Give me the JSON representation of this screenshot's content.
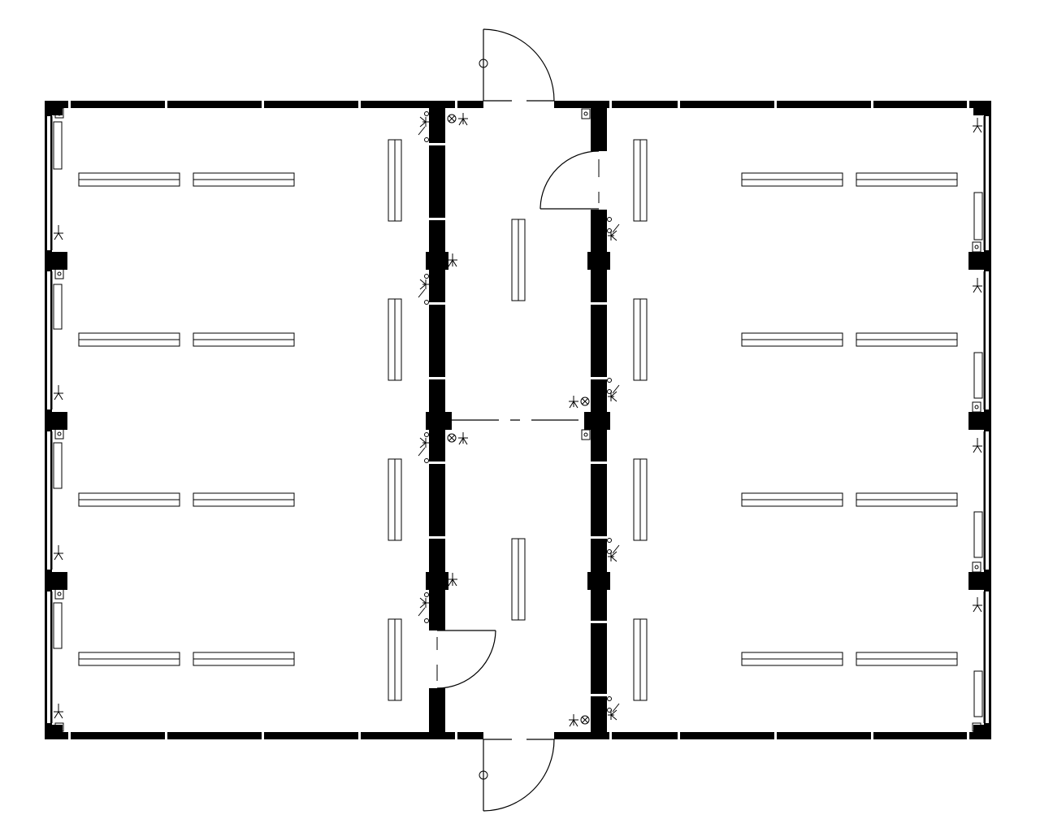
{
  "drawing": {
    "type": "electrical-lighting-floor-plan",
    "rooms": [
      {
        "name": "room-left",
        "fixture_rows": 4,
        "fixtures_per_row": 2,
        "side_fixtures": 4
      },
      {
        "name": "corridor-top",
        "fixtures": 1
      },
      {
        "name": "corridor-bottom",
        "fixtures": 1
      },
      {
        "name": "room-right",
        "fixture_rows": 4,
        "fixtures_per_row": 2,
        "side_fixtures": 4
      }
    ],
    "doors": [
      "door-top-exterior",
      "door-bottom-exterior",
      "door-right-room",
      "door-left-room"
    ],
    "colors": {
      "line": "#000000",
      "background": "#ffffff"
    },
    "symbols": [
      "light-fixture-icon",
      "switch-icon",
      "socket-icon",
      "panel-icon",
      "junction-box-icon"
    ]
  }
}
